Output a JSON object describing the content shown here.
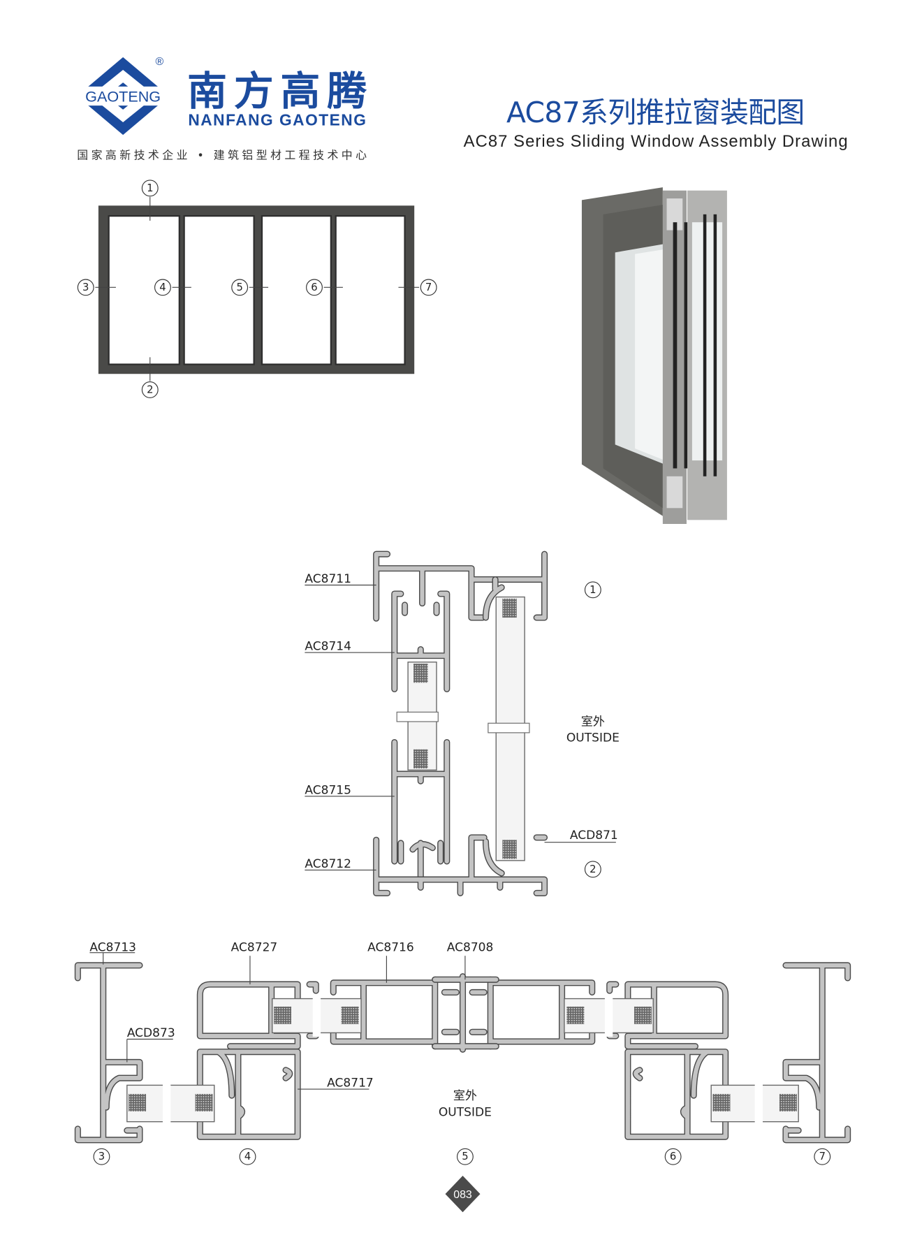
{
  "brand": {
    "logo_text": "GAOTENG",
    "registered_mark": "®",
    "name_cn": "南方高腾",
    "name_en": "NANFANG GAOTENG",
    "tagline": "国家高新技术企业 • 建筑铝型材工程技术中心",
    "color": "#1b4b9e"
  },
  "title": {
    "cn": "AC87系列推拉窗装配图",
    "en": "AC87 Series Sliding Window Assembly Drawing"
  },
  "callouts": [
    "1",
    "2",
    "3",
    "4",
    "5",
    "6",
    "7"
  ],
  "vertical_section": {
    "labels": {
      "top_frame": "AC8711",
      "upper_sash": "AC8714",
      "lower_sash": "AC8715",
      "bottom_frame": "AC8712",
      "bottom_accessory": "ACD871"
    },
    "outside_cn": "室外",
    "outside_en": "OUTSIDE"
  },
  "horizontal_section": {
    "labels": {
      "side_frame": "AC8713",
      "accessory": "ACD873",
      "hook_sash": "AC8727",
      "sash_stile": "AC8717",
      "interlock_sash": "AC8716",
      "interlock": "AC8708"
    },
    "outside_cn": "室外",
    "outside_en": "OUTSIDE"
  },
  "page_number": "083"
}
